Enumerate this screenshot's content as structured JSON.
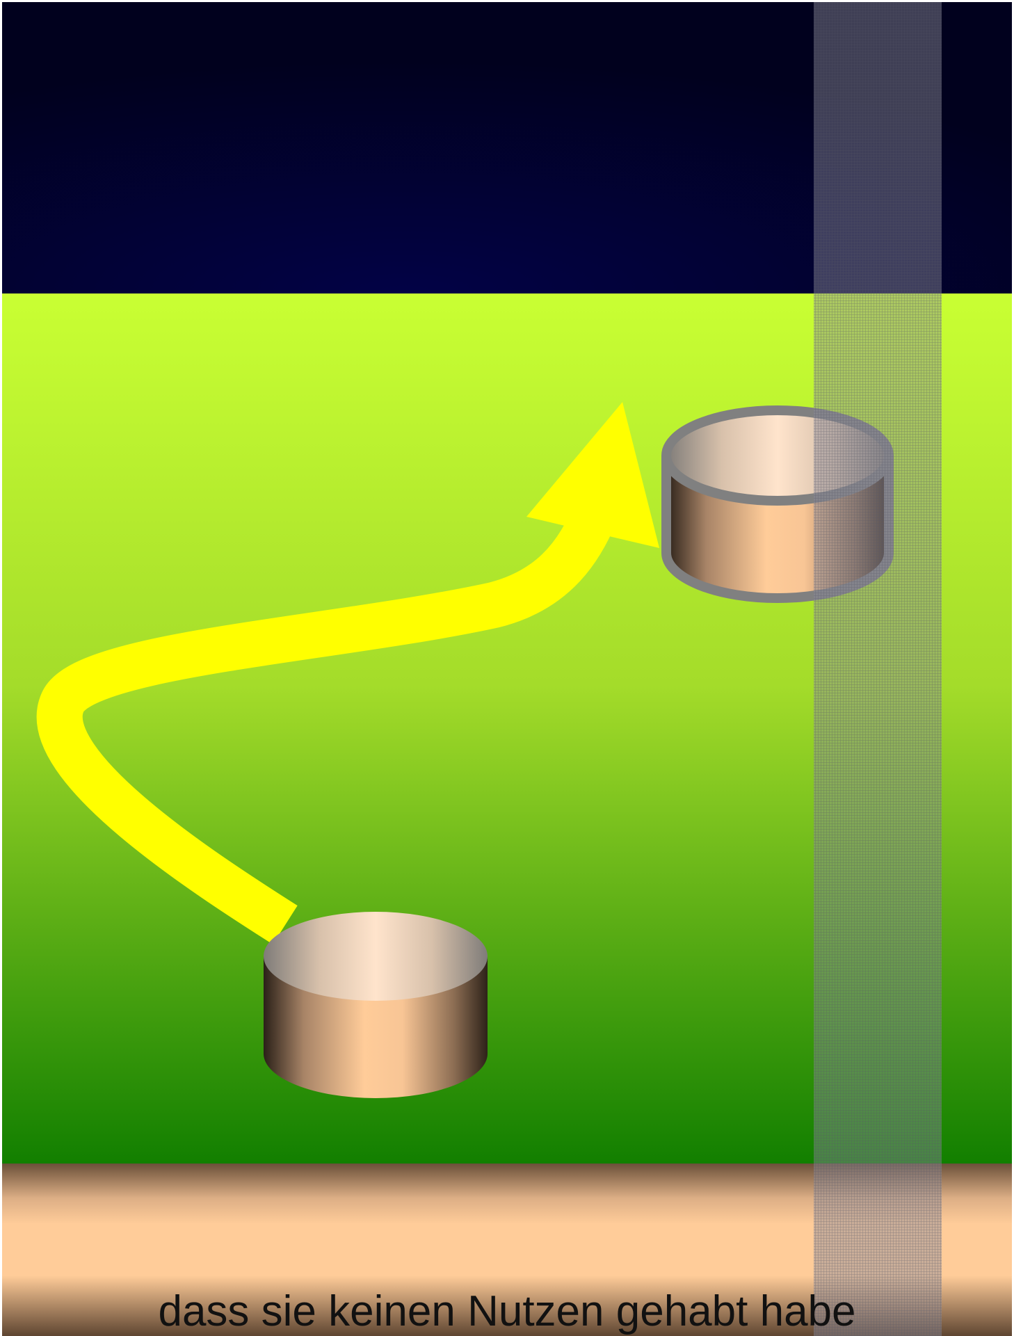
{
  "caption": {
    "text": "dass sie keinen Nutzen gehabt habe"
  },
  "colors": {
    "sky_dark": "#01011e",
    "sky_center": "#020246",
    "grass_top": "#c9ff33",
    "grass_bottom": "#127f00",
    "arrow": "#ffff00",
    "cylinder_body": "#ffcc99",
    "cylinder_rim": "#808080",
    "ground_band": "#ffcc99",
    "ground_band_edge": "#6b5039"
  },
  "objects": {
    "arrow": {
      "shape": "curved-arrow",
      "from": "lower-cylinder",
      "to": "upper-cylinder"
    },
    "lower_cylinder": {
      "shape": "cylinder",
      "outlined": false
    },
    "upper_cylinder": {
      "shape": "cylinder",
      "outlined": true
    },
    "overlay_strip": {
      "shape": "translucent-vertical-strip"
    }
  }
}
